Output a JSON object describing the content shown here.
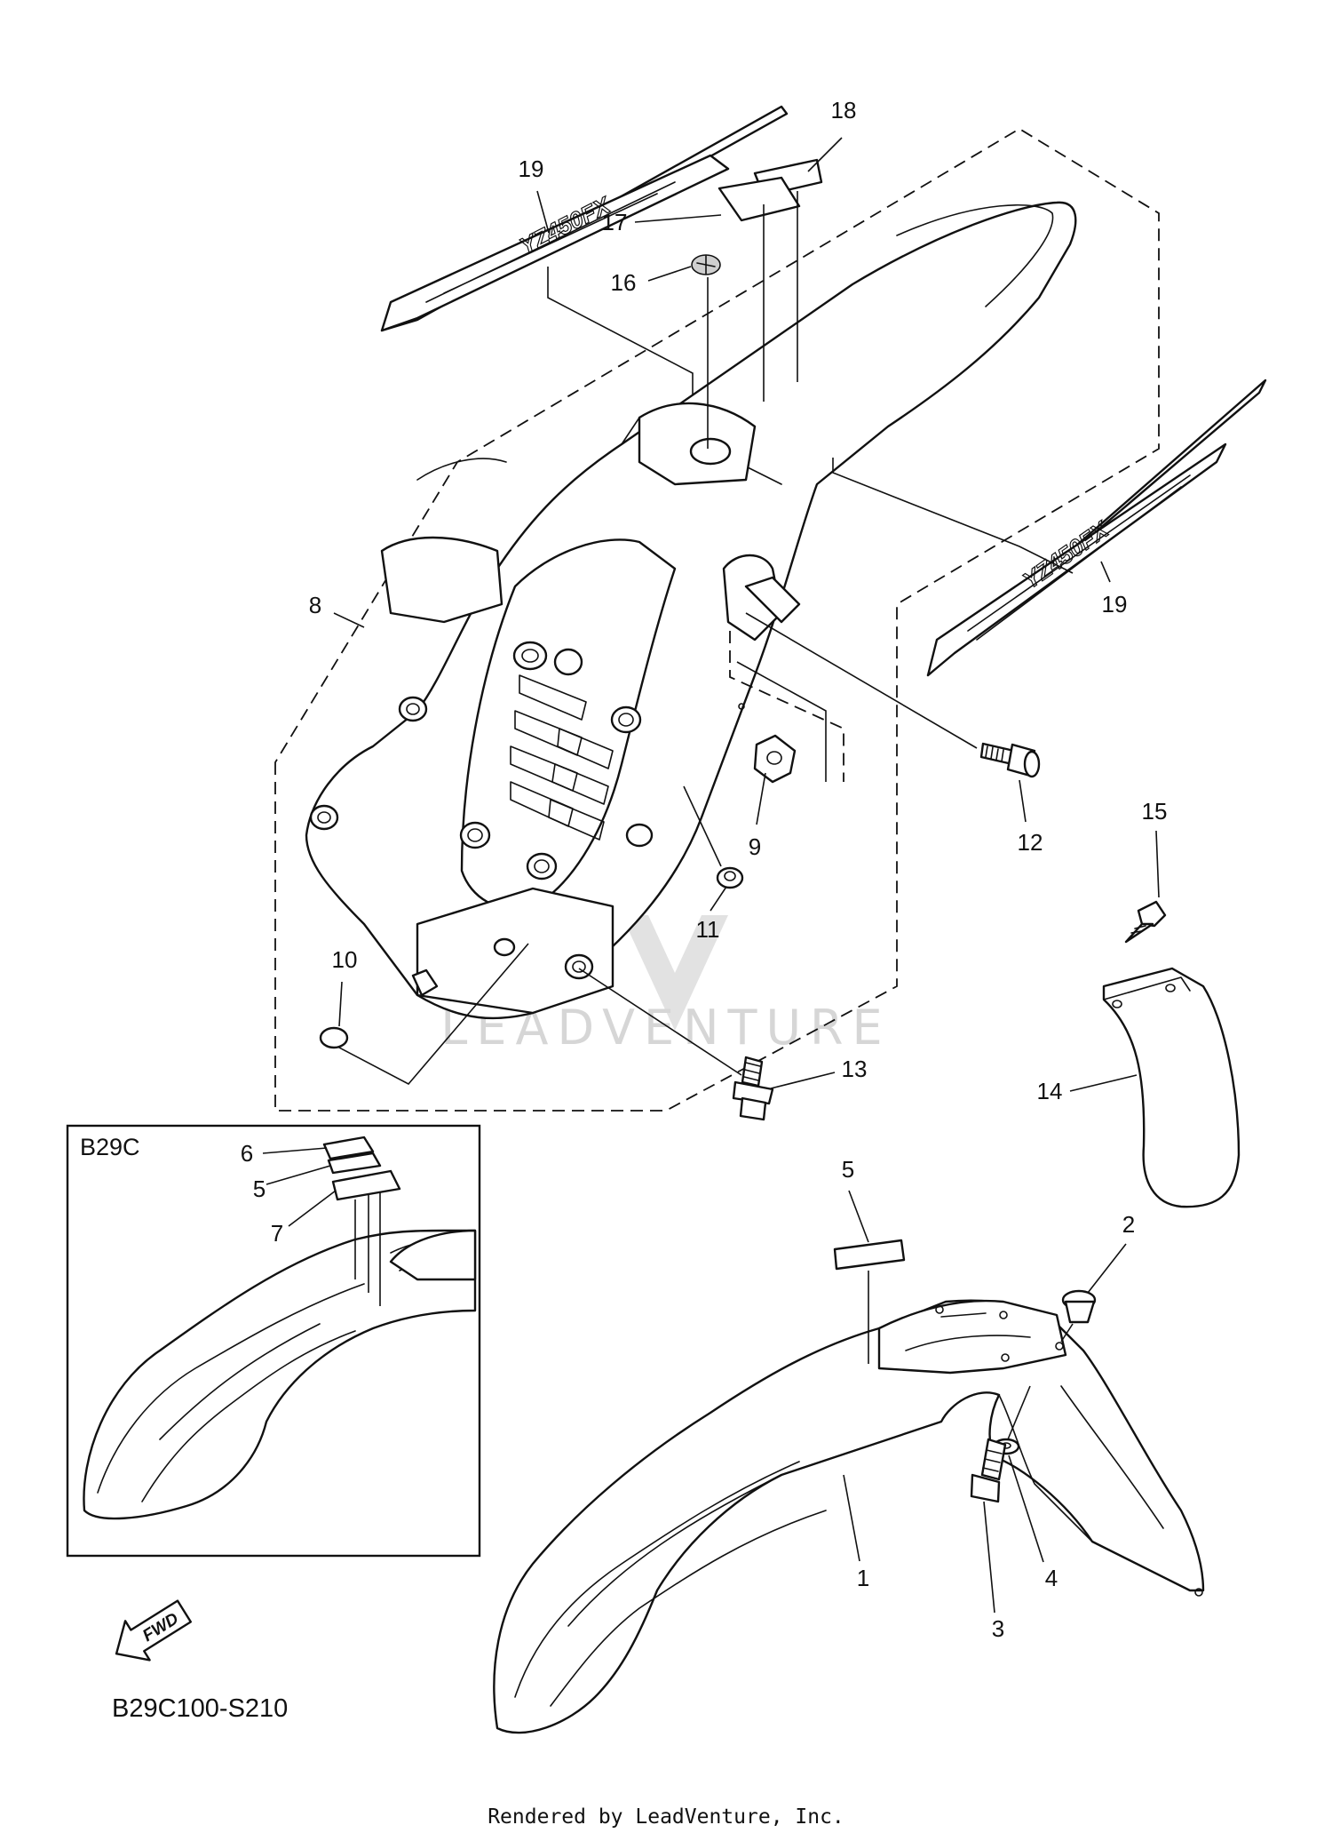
{
  "diagram": {
    "inset_title": "B29C",
    "diagram_code": "B29C100-S210",
    "fwd_label": "FWD",
    "watermark_text": "LEADVENTURE",
    "footer_text": "Rendered by LeadVenture, Inc."
  },
  "callouts": [
    {
      "id": "c1",
      "text": "1"
    },
    {
      "id": "c2",
      "text": "2"
    },
    {
      "id": "c3",
      "text": "3"
    },
    {
      "id": "c4",
      "text": "4"
    },
    {
      "id": "c5a",
      "text": "5"
    },
    {
      "id": "c5b",
      "text": "5"
    },
    {
      "id": "c6",
      "text": "6"
    },
    {
      "id": "c7",
      "text": "7"
    },
    {
      "id": "c8",
      "text": "8"
    },
    {
      "id": "c9",
      "text": "9"
    },
    {
      "id": "c10",
      "text": "10"
    },
    {
      "id": "c11",
      "text": "11"
    },
    {
      "id": "c12",
      "text": "12"
    },
    {
      "id": "c13",
      "text": "13"
    },
    {
      "id": "c14",
      "text": "14"
    },
    {
      "id": "c15",
      "text": "15"
    },
    {
      "id": "c16",
      "text": "16"
    },
    {
      "id": "c17",
      "text": "17"
    },
    {
      "id": "c18",
      "text": "18"
    },
    {
      "id": "c19a",
      "text": "19"
    },
    {
      "id": "c19b",
      "text": "19"
    }
  ]
}
